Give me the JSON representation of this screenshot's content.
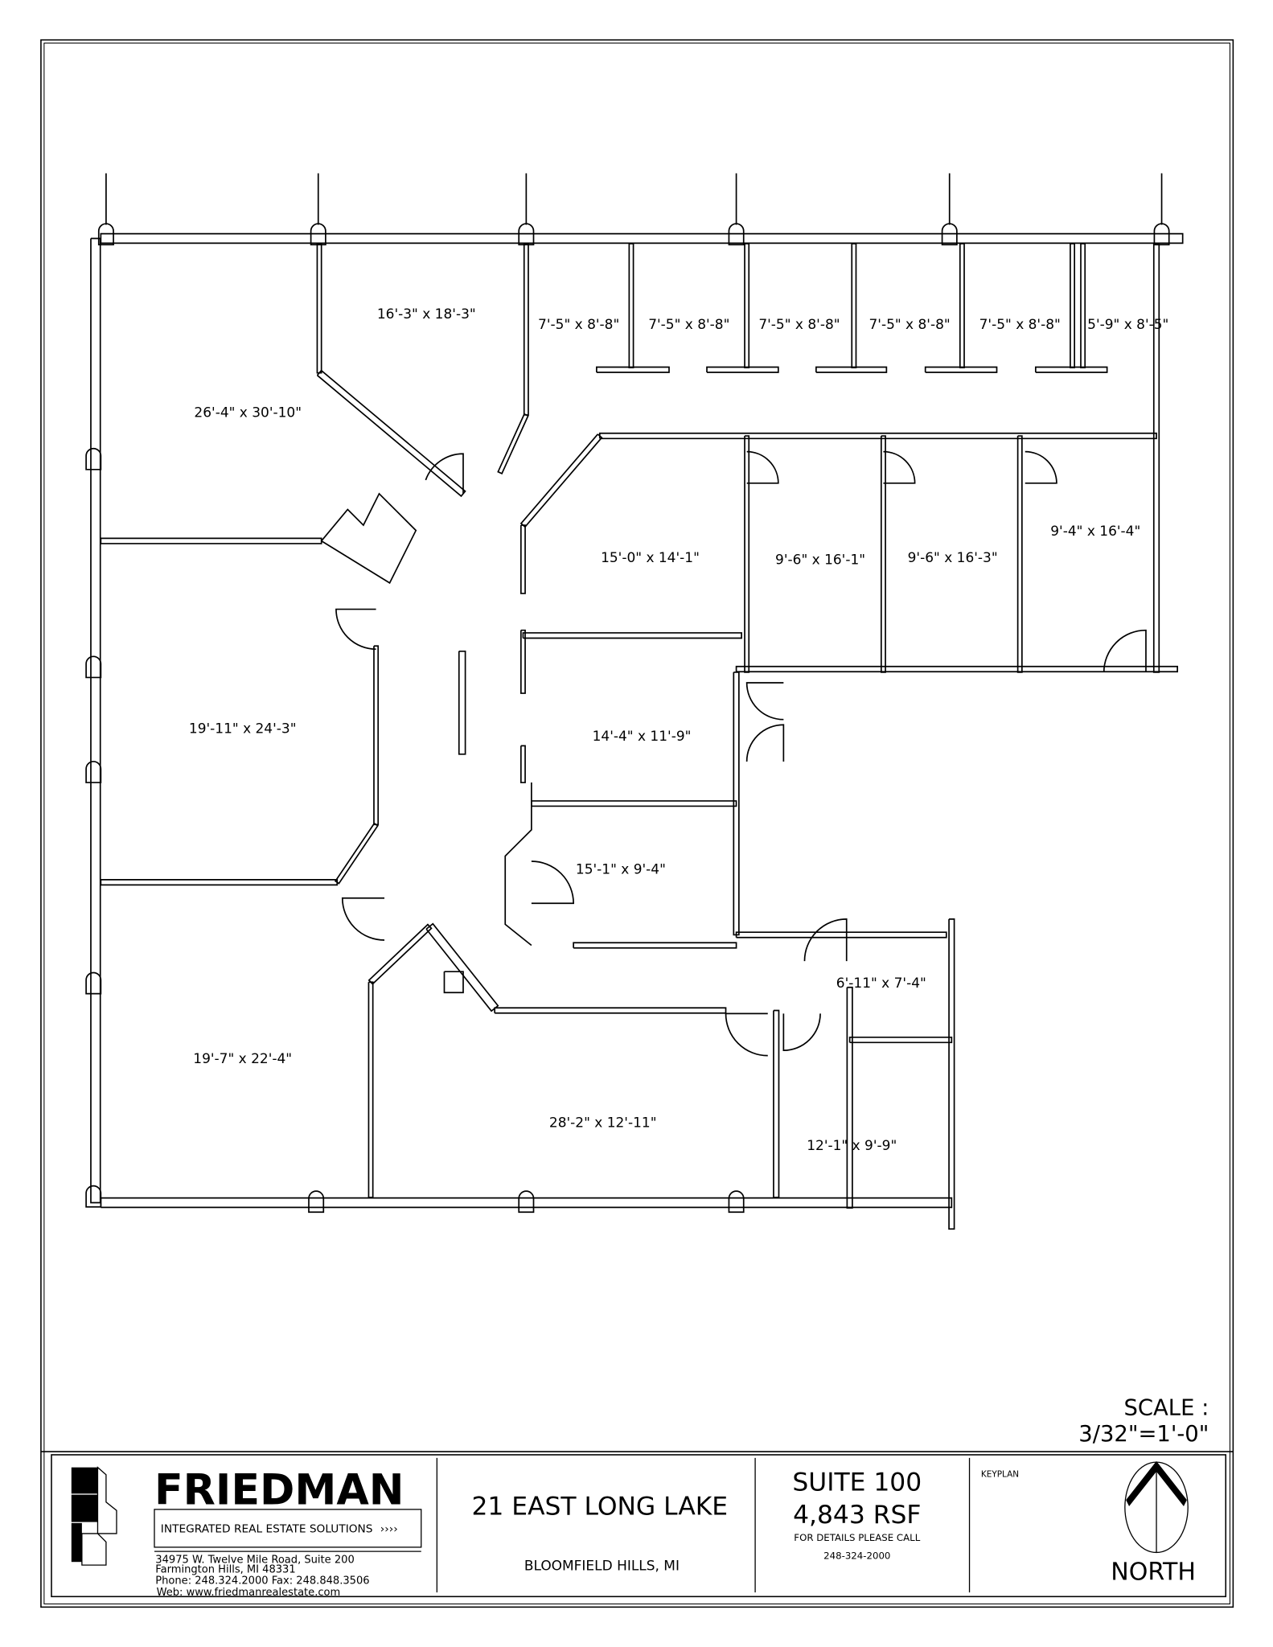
{
  "rooms": [
    {
      "label": "16'-3\" x 18'-3\""
    },
    {
      "label": "7'-5\" x 8'-8\""
    },
    {
      "label": "7'-5\" x 8'-8\""
    },
    {
      "label": "7'-5\" x 8'-8\""
    },
    {
      "label": "7'-5\" x 8'-8\""
    },
    {
      "label": "7'-5\" x 8'-8\""
    },
    {
      "label": "5'-9\" x 8'-5\""
    },
    {
      "label": "26'-4\" x 30'-10\""
    },
    {
      "label": "15'-0\" x 14'-1\""
    },
    {
      "label": "9'-6\" x 16'-1\""
    },
    {
      "label": "9'-6\" x 16'-3\""
    },
    {
      "label": "9'-4\" x 16'-4\""
    },
    {
      "label": "19'-11\" x 24'-3\""
    },
    {
      "label": "14'-4\" x 11'-9\""
    },
    {
      "label": "15'-1\" x 9'-4\""
    },
    {
      "label": "6'-11\" x 7'-4\""
    },
    {
      "label": "19'-7\" x 22'-4\""
    },
    {
      "label": "28'-2\" x 12'-11\""
    },
    {
      "label": "12'-1\" x 9'-9\""
    }
  ],
  "scale": {
    "label": "SCALE :",
    "value": "3/32\"=1'-0\""
  },
  "company": {
    "name": "FRIEDMAN",
    "tagline": "INTEGRATED REAL ESTATE SOLUTIONS",
    "address1": "34975 W. Twelve Mile Road, Suite 200",
    "address2": "Farmington Hills, MI 48331",
    "phone": "Phone: 248.324.2000    Fax: 248.848.3506",
    "web": "Web: www.friedmanrealestate.com"
  },
  "property": {
    "address": "21 EAST LONG LAKE",
    "city": "BLOOMFIELD HILLS, MI"
  },
  "suite": {
    "name": "SUITE 100",
    "area": "4,843 RSF",
    "details": "FOR DETAILS PLEASE CALL",
    "phone": "248-324-2000"
  },
  "keyplan": {
    "label": "KEYPLAN",
    "north": "NORTH",
    "icon": "north-arrow-icon"
  }
}
